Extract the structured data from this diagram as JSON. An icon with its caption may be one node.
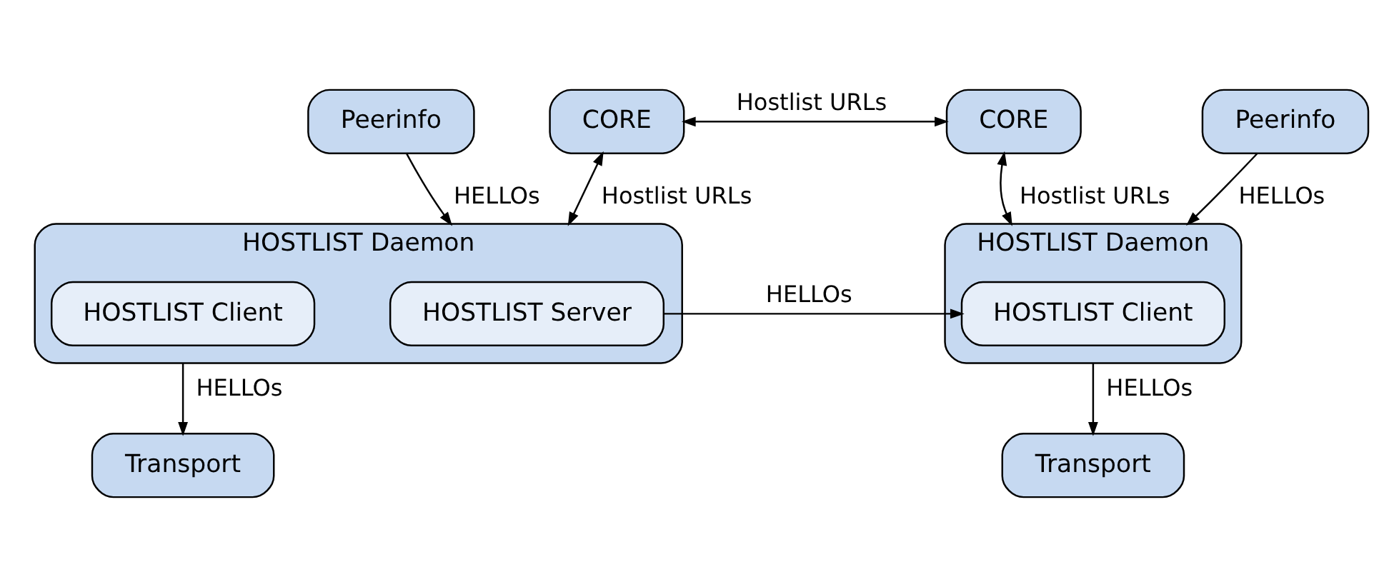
{
  "diagram": {
    "nodes": [
      {
        "text": [
          "CORE"
        ]
      },
      {
        "text": [
          "CORE"
        ]
      },
      {
        "text": [
          "HOSTLIST Daemon"
        ]
      },
      {
        "text": [
          "HOSTLIST Server"
        ],
        "in": 2
      },
      {
        "text": [
          "HOSTLIST Client"
        ],
        "in": 2
      },
      {
        "text": [
          "HOSTLIST Daemon"
        ]
      },
      {
        "text": [
          "HOSTLIST Client"
        ],
        "in": 5
      },
      {
        "text": [
          "Transport"
        ]
      },
      {
        "text": [
          "Peerinfo"
        ]
      },
      {
        "text": [
          "Transport"
        ]
      },
      {
        "text": [
          "Peerinfo"
        ]
      }
    ],
    "edges": [
      {
        "from": 0,
        "to": 1,
        "arrow": "both",
        "label": "Hostlist URLs"
      },
      {
        "from": 0,
        "to": 2,
        "arrow": "both",
        "label": "Hostlist URLs"
      },
      {
        "from": 1,
        "to": 5,
        "arrow": "both",
        "label": "Hostlist URLs"
      },
      {
        "from": 3,
        "to": 6,
        "arrow": "to",
        "label": "HELLOs"
      },
      {
        "from": 2,
        "to": 7,
        "arrow": "to",
        "label": "HELLOs"
      },
      {
        "from": 8,
        "to": 2,
        "arrow": "to",
        "label": "HELLOs"
      },
      {
        "from": 5,
        "to": 9,
        "arrow": "to",
        "label": "HELLOs"
      },
      {
        "from": 10,
        "to": 5,
        "arrow": "to",
        "label": "HELLOs"
      }
    ]
  }
}
